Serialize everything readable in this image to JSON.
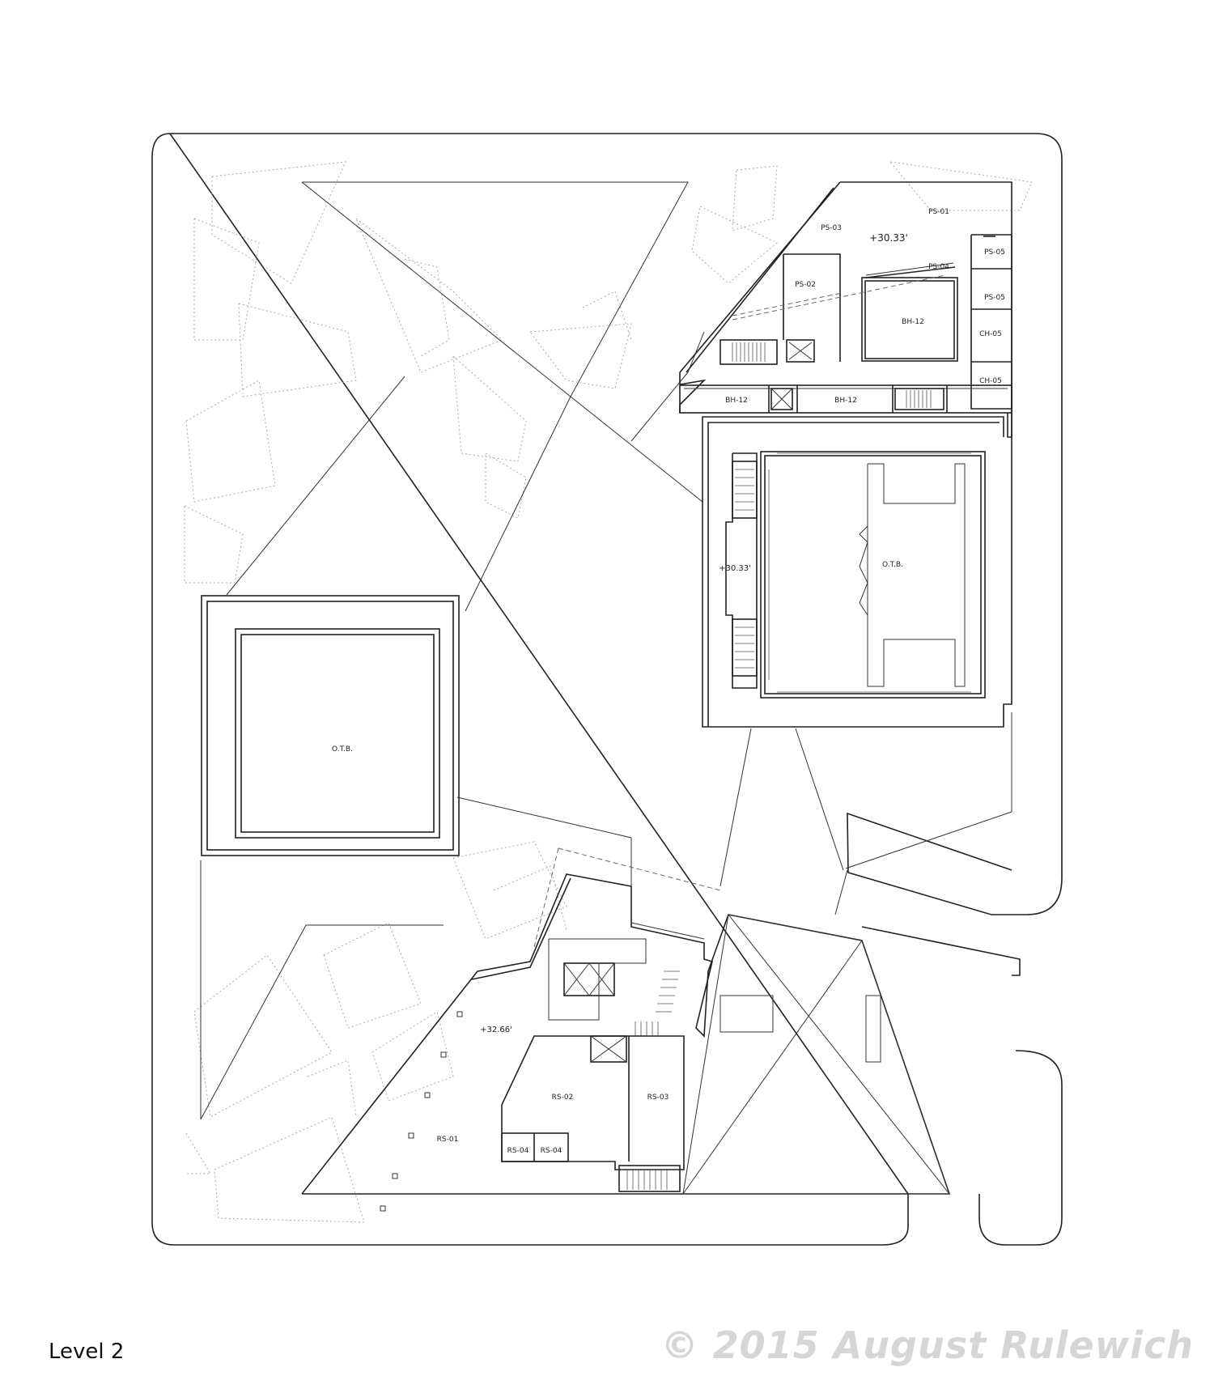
{
  "caption": "Level 2",
  "copyright": "© 2015 August Rulewich",
  "rooms": {
    "ps01": "PS-01",
    "ps02": "PS-02",
    "ps03": "PS-03",
    "ps04": "PS-04",
    "ps05a": "PS-05",
    "ps05b": "PS-05",
    "bh12_room": "BH-12",
    "bh12_corr_left": "BH-12",
    "bh12_corr_mid": "BH-12",
    "ch05a": "CH-05",
    "ch05b": "CH-05",
    "otb_theatre": "O.T.B.",
    "otb_square": "O.T.B.",
    "rs01": "RS-01",
    "rs02": "RS-02",
    "rs03": "RS-03",
    "rs04a": "RS-04",
    "rs04b": "RS-04"
  },
  "elevations": {
    "top": "+30.33'",
    "theatre": "+30.33'",
    "south": "+32.66'"
  }
}
